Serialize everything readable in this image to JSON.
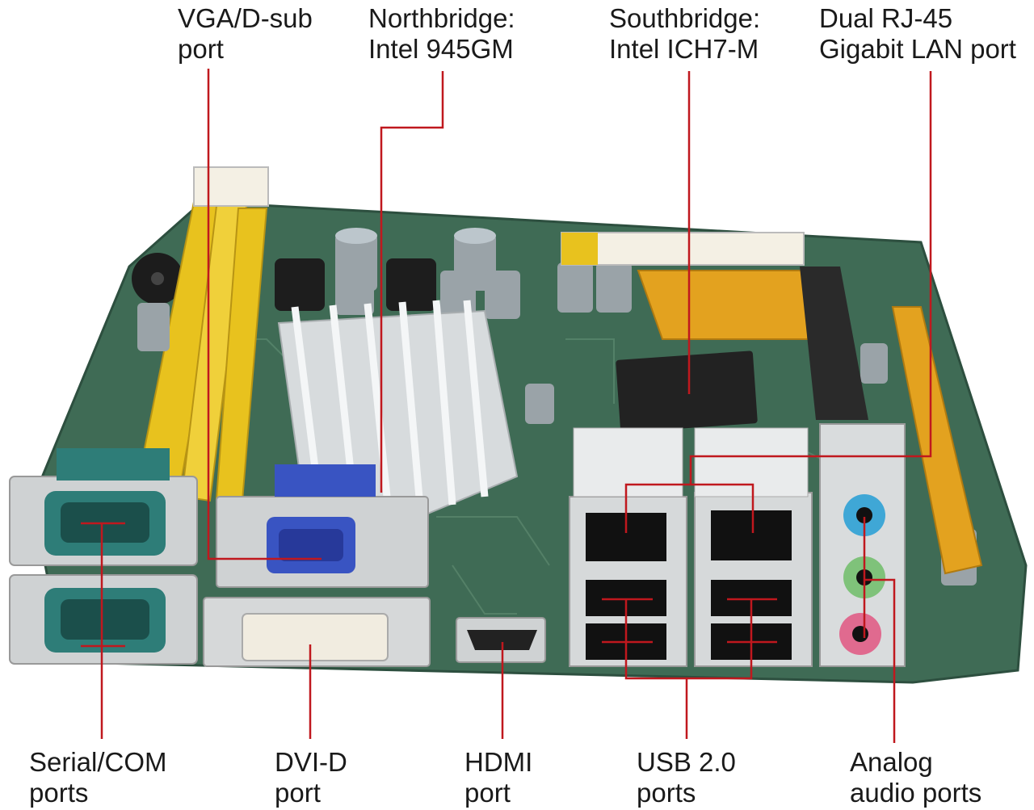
{
  "labels": {
    "vga": [
      "VGA/D-sub",
      "port"
    ],
    "northbridge": [
      "Northbridge:",
      "Intel 945GM"
    ],
    "southbridge": [
      "Southbridge:",
      "Intel ICH7-M"
    ],
    "lan": [
      "Dual RJ-45",
      "Gigabit LAN port"
    ],
    "serial": [
      "Serial/COM",
      "ports"
    ],
    "dvi": [
      "DVI-D",
      "port"
    ],
    "hdmi": [
      "HDMI",
      "port"
    ],
    "usb": [
      "USB 2.0",
      "ports"
    ],
    "audio": [
      "Analog",
      "audio ports"
    ]
  },
  "colors": {
    "leader_line": "#c0181e",
    "pcb": "#3f6b55",
    "dimm_slot": "#e8c21e",
    "pci_slot": "#e3a21f",
    "vga_port": "#3954c2",
    "serial_port": "#2e7d78",
    "audio_blue": "#3fa7d6",
    "audio_green": "#7fc27a",
    "audio_pink": "#e06a8f"
  }
}
